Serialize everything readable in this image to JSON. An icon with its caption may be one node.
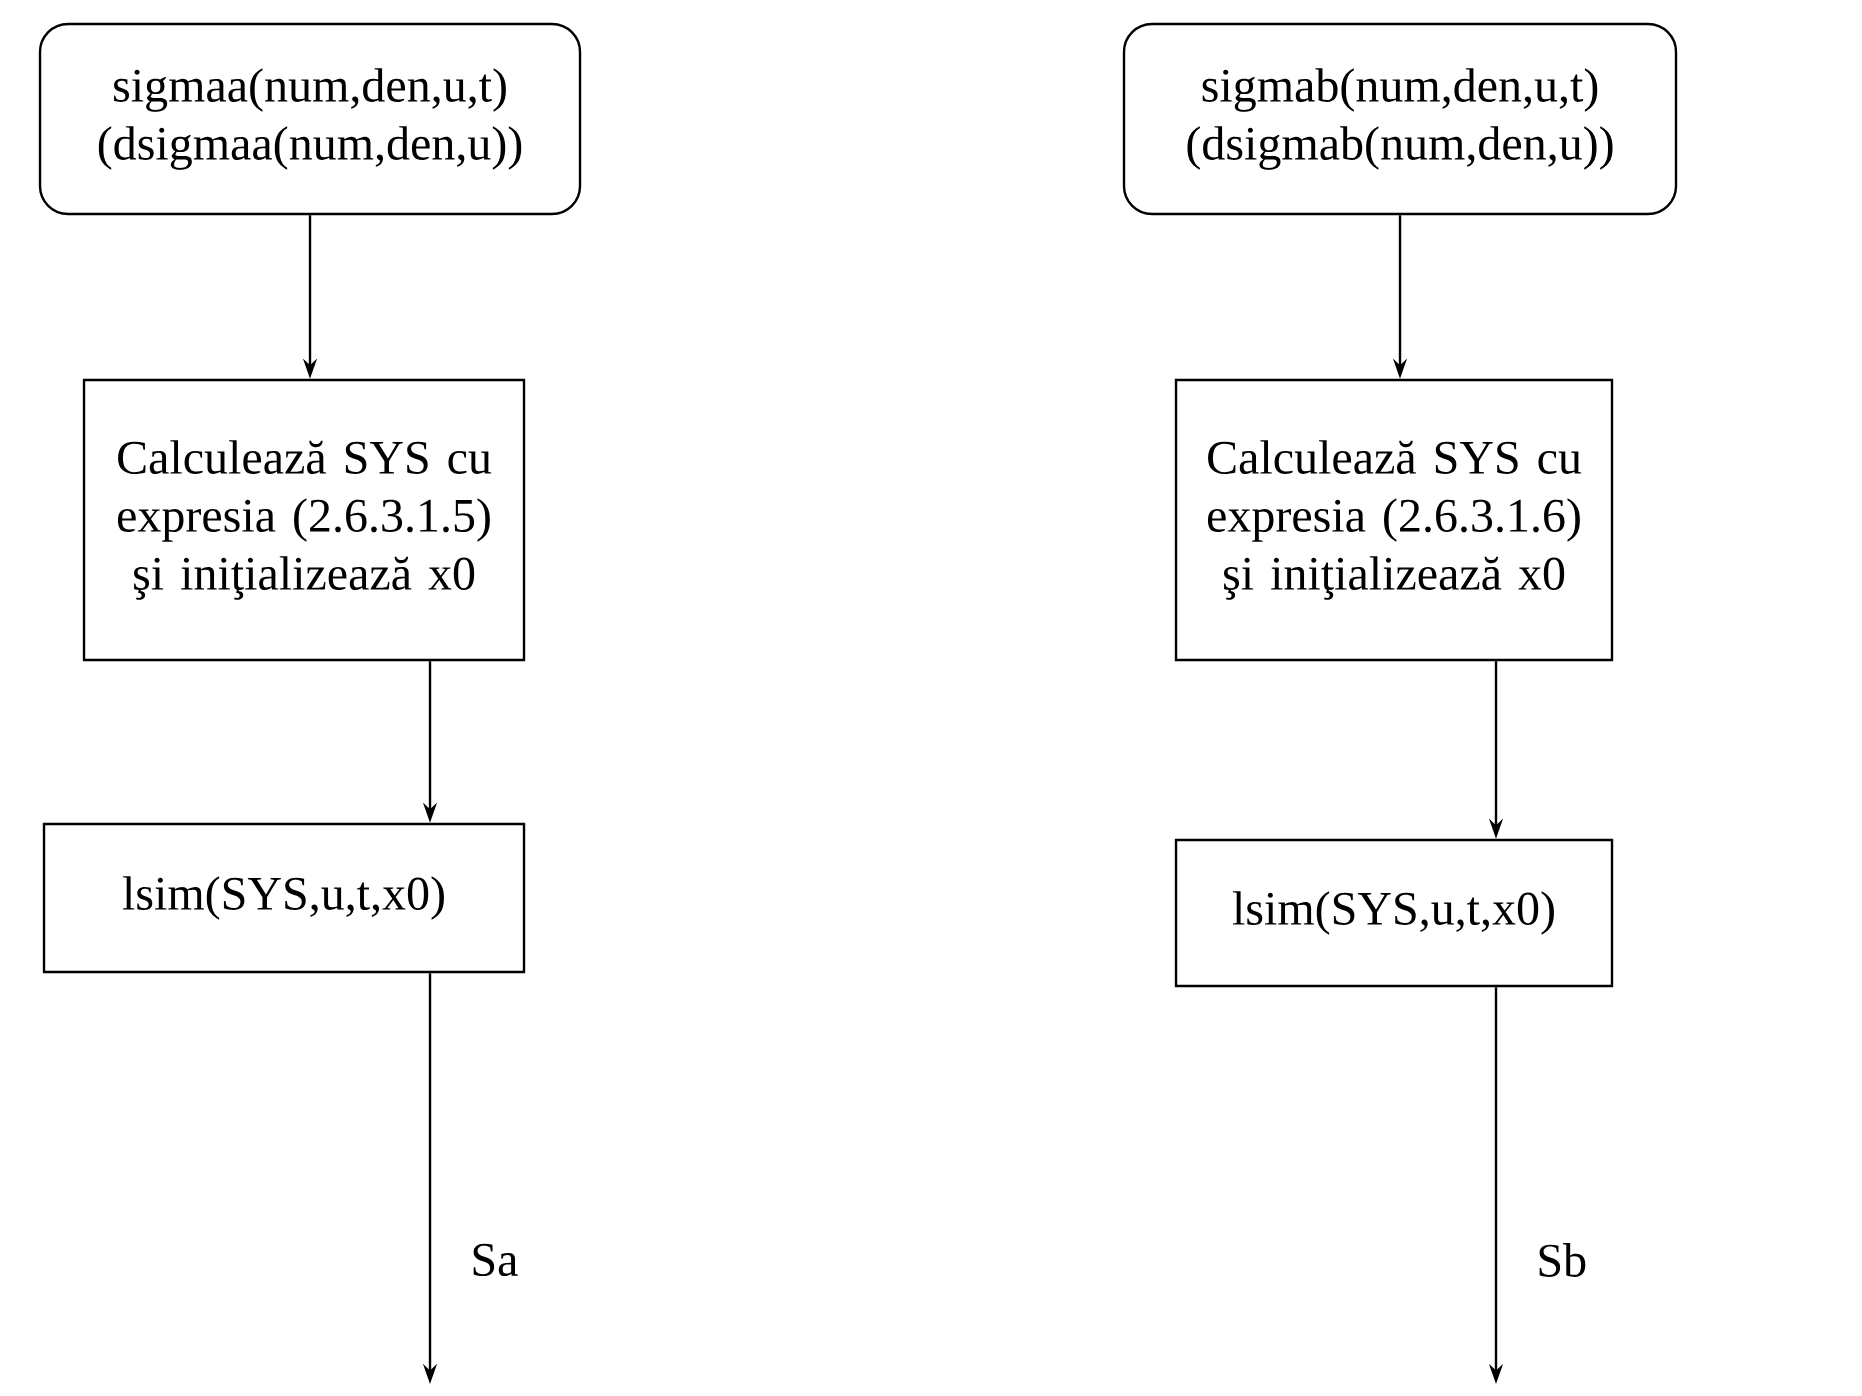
{
  "diagram": {
    "nodes": [
      {
        "text": [
          "sigmaa(num,den,u,t)",
          "(dsigmaa(num,den,u))"
        ]
      },
      {
        "text": [
          "Calculează SYS cu expresia (2.6.3.1.5) şi iniţializează x0"
        ]
      },
      {
        "text": [
          "lsim(SYS,u,t,x0)"
        ]
      },
      {
        "text": [
          "sigmab(num,den,u,t)",
          "(dsigmab(num,den,u))"
        ]
      },
      {
        "text": [
          "Calculează SYS cu expresia (2.6.3.1.6) şi iniţializează x0"
        ]
      },
      {
        "text": [
          "lsim(SYS,u,t,x0)"
        ]
      }
    ],
    "edges": [
      {
        "from": 0,
        "to": 1,
        "arrow": "to"
      },
      {
        "from": 1,
        "to": 2,
        "arrow": "to"
      },
      {
        "from": 2,
        "to": null,
        "arrow": "to",
        "label": "Sa"
      },
      {
        "from": 3,
        "to": 4,
        "arrow": "to"
      },
      {
        "from": 4,
        "to": 5,
        "arrow": "to"
      },
      {
        "from": 5,
        "to": null,
        "arrow": "to",
        "label": "Sb"
      }
    ]
  }
}
